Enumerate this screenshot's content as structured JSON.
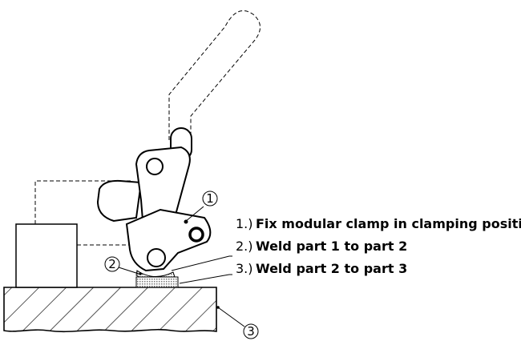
{
  "callouts": [
    {
      "id": "1",
      "label": "1"
    },
    {
      "id": "2",
      "label": "2"
    },
    {
      "id": "3",
      "label": "3"
    }
  ],
  "steps": [
    {
      "number": "1.)",
      "text": "Fix modular clamp in clamping position"
    },
    {
      "number": "2.)",
      "text": "Weld part 1 to part 2"
    },
    {
      "number": "3.)",
      "text": "Weld part 2 to part 3"
    }
  ]
}
